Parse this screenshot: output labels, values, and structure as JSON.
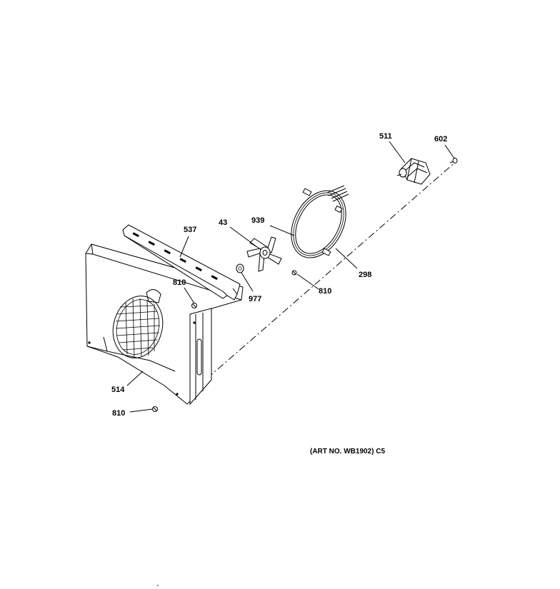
{
  "labels": {
    "p511": "511",
    "p602": "602",
    "p537": "537",
    "p43": "43",
    "p939": "939",
    "p810_a": "810",
    "p977": "977",
    "p810_b": "810",
    "p298": "298",
    "p514": "514",
    "p810_c": "810"
  },
  "art_no": "(ART NO. WB1902) C5"
}
